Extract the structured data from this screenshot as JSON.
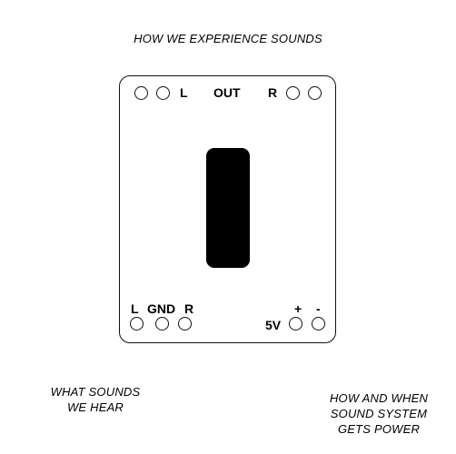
{
  "captions": {
    "top": "HOW WE EXPERIENCE SOUNDS",
    "left_line1": "WHAT SOUNDS",
    "left_line2": "WE HEAR",
    "right_line1": "HOW AND WHEN",
    "right_line2": "SOUND SYSTEM",
    "right_line3": "GETS POWER"
  },
  "board": {
    "top_labels": {
      "left": "L",
      "center": "OUT",
      "right": "R"
    },
    "bottom_left_labels": {
      "l": "L",
      "gnd": "GND",
      "r": "R"
    },
    "power_labels": {
      "plus": "+",
      "minus": "-",
      "voltage": "5V"
    }
  }
}
